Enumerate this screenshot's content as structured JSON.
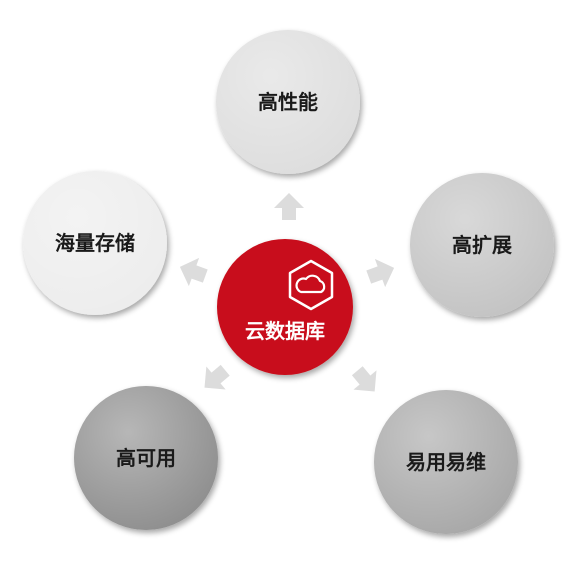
{
  "center": {
    "label": "云数据库",
    "icon": "cloud-icon",
    "color": "#c8101a"
  },
  "nodes": [
    {
      "id": "performance",
      "label": "高性能",
      "color": "#dedede"
    },
    {
      "id": "scalability",
      "label": "高扩展",
      "color": "#c4c4c4"
    },
    {
      "id": "maintainability",
      "label": "易用易维",
      "color": "#a9a9a9"
    },
    {
      "id": "availability",
      "label": "高可用",
      "color": "#909090"
    },
    {
      "id": "storage",
      "label": "海量存储",
      "color": "#ededed"
    }
  ],
  "arrow_color": "#dcdcdc"
}
